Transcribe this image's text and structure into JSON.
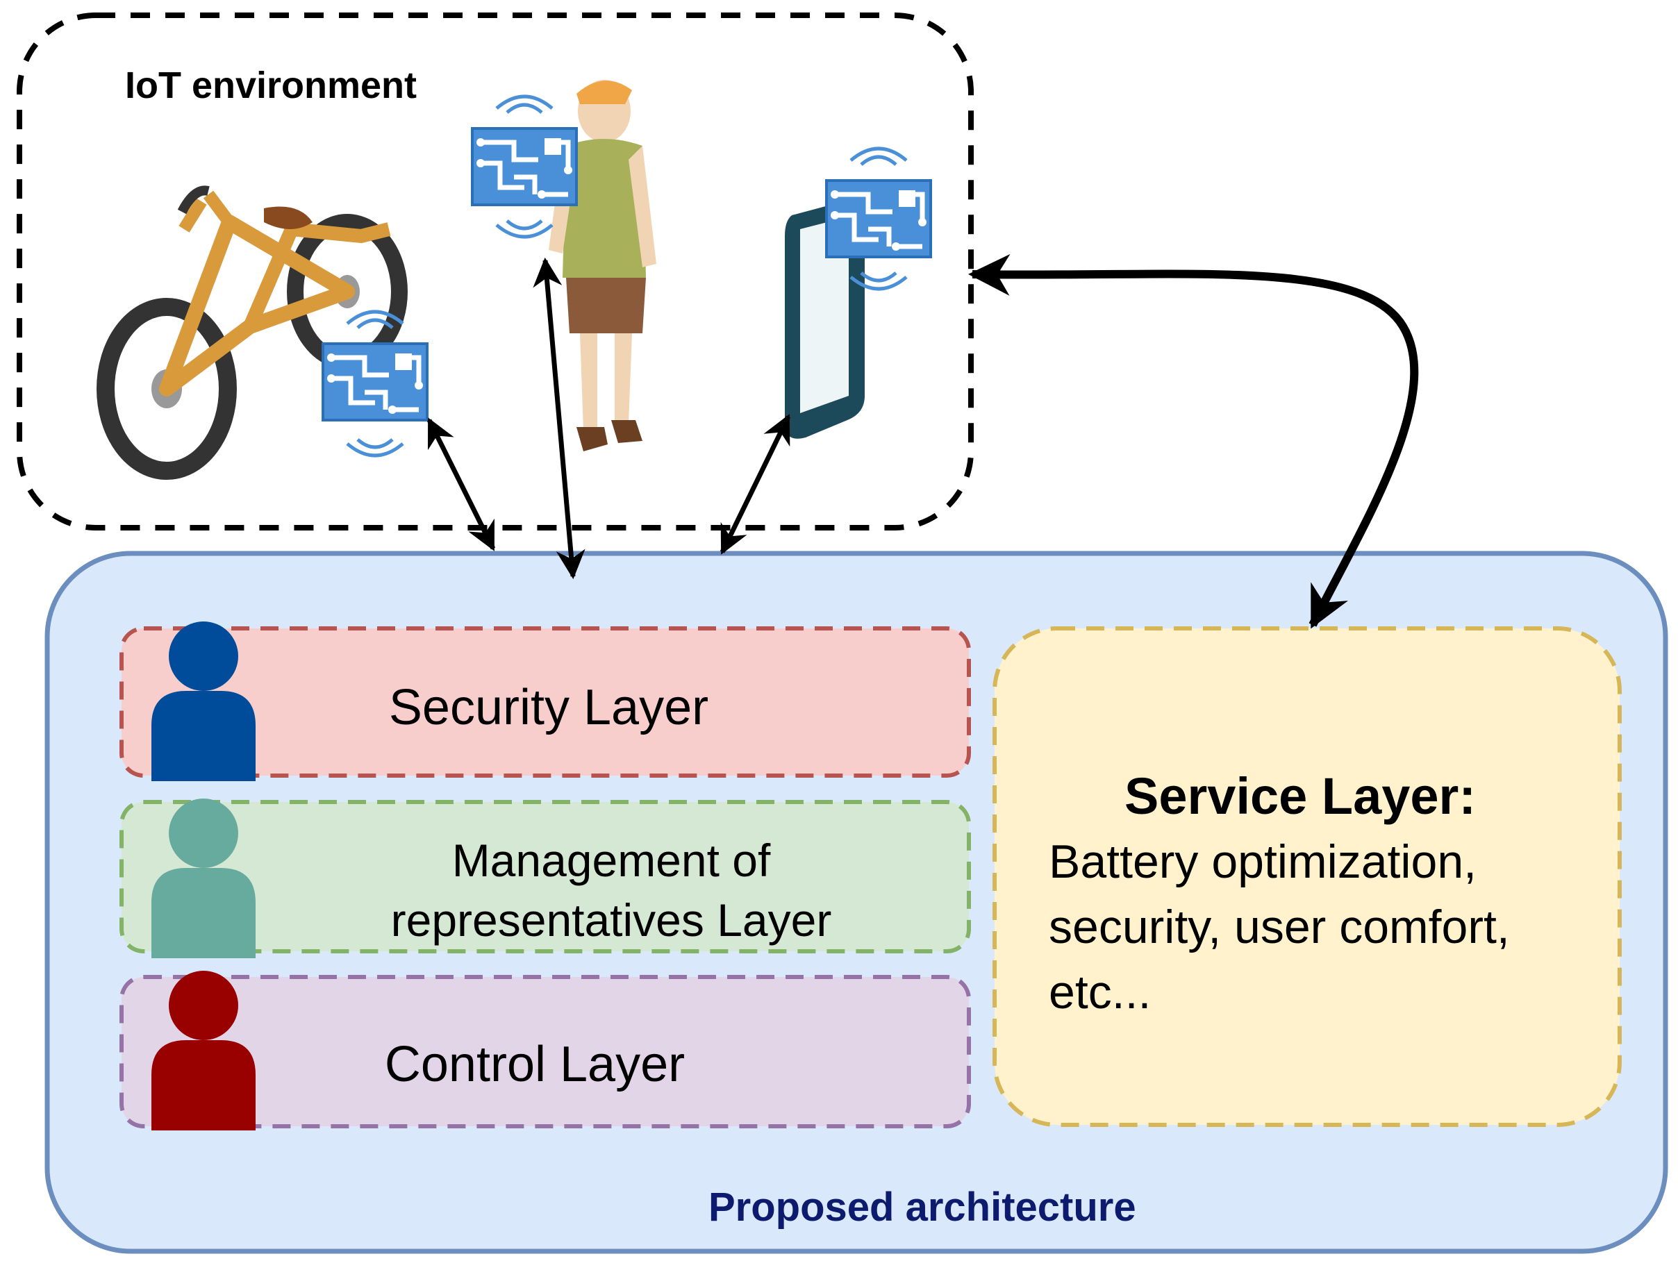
{
  "iot_environment": {
    "label": "IoT environment",
    "devices": [
      "bicycle",
      "person",
      "smartphone"
    ],
    "chip_icon": "iot-circuit-chip-icon"
  },
  "architecture": {
    "label": "Proposed architecture",
    "layers": [
      {
        "label": "Security Layer",
        "color": "#f8cecc",
        "border": "#b85450",
        "icon_color": "#004b9a"
      },
      {
        "label": "Management of representatives Layer",
        "color": "#d5e8d4",
        "border": "#82b366",
        "icon_color": "#67ab9f"
      },
      {
        "label": "Control Layer",
        "color": "#e1d5e7",
        "border": "#9673a6",
        "icon_color": "#990000"
      }
    ],
    "service_layer": {
      "title": "Service Layer:",
      "body": "Battery optimization, security, user comfort, etc...",
      "color": "#fff2cc",
      "border": "#d6b656"
    },
    "container_color": "#dae8fc",
    "container_border": "#6c8ebf"
  }
}
